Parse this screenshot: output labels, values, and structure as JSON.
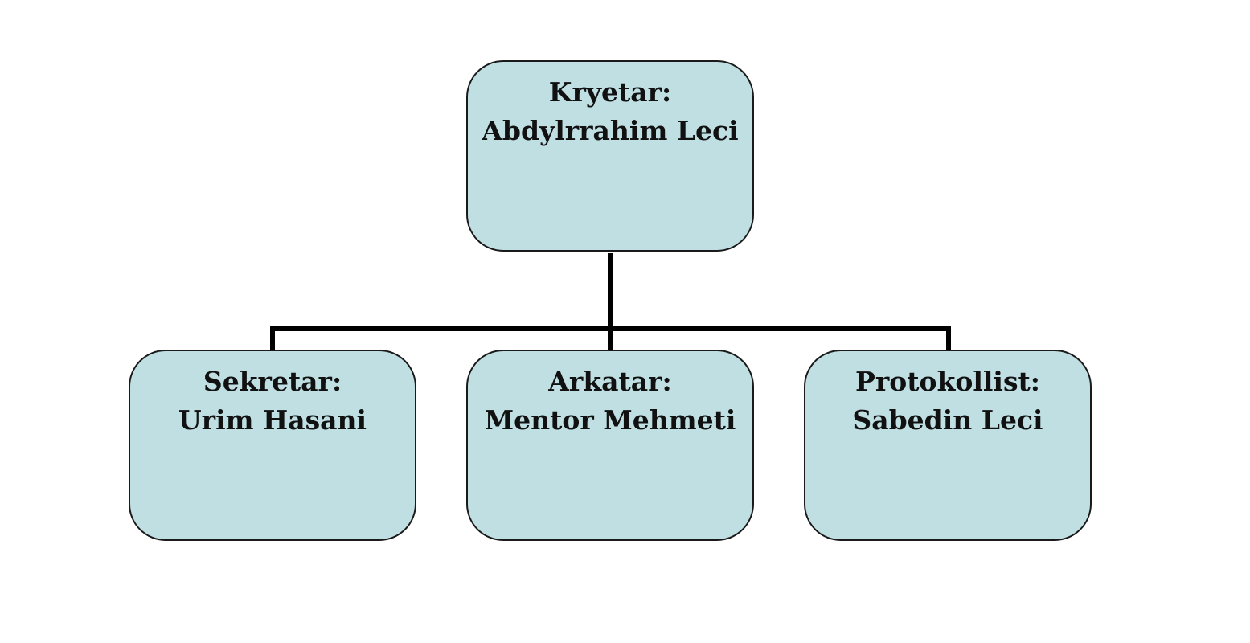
{
  "diagram": {
    "colors": {
      "box_fill": "#bfdfe3",
      "box_border": "#1a1a1a",
      "connector": "#000000",
      "text": "#111111"
    },
    "top": {
      "role": "Kryetar:",
      "name": "Abdylrrahim Leci"
    },
    "children": [
      {
        "role": "Sekretar:",
        "name": "Urim Hasani"
      },
      {
        "role": "Arkatar:",
        "name": "Mentor Mehmeti"
      },
      {
        "role": "Protokollist:",
        "name": "Sabedin Leci"
      }
    ]
  }
}
